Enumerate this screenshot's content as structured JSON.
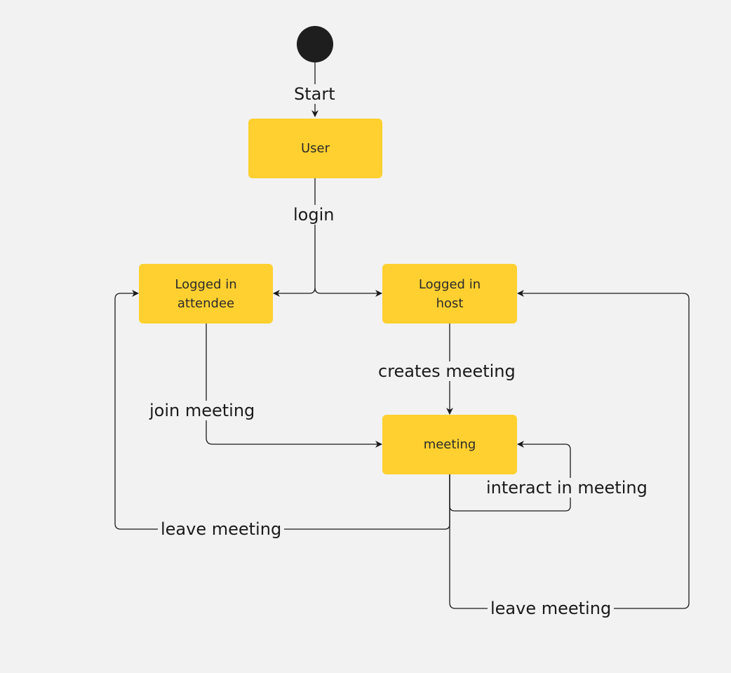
{
  "diagram": {
    "states": {
      "user": "User",
      "logged_in_attendee": "Logged in\nattendee",
      "logged_in_host": "Logged in\nhost",
      "meeting": "meeting"
    },
    "transitions": {
      "start": "Start",
      "login": "login",
      "creates_meeting": "creates meeting",
      "join_meeting": "join meeting",
      "interact_in_meeting": "interact in meeting",
      "leave_meeting_attendee": "leave meeting",
      "leave_meeting_host": "leave meeting"
    },
    "colors": {
      "background": "#f2f2f2",
      "state_fill": "#ffd02f",
      "line": "#1a1a1a",
      "start_node": "#1e1e1e"
    }
  }
}
